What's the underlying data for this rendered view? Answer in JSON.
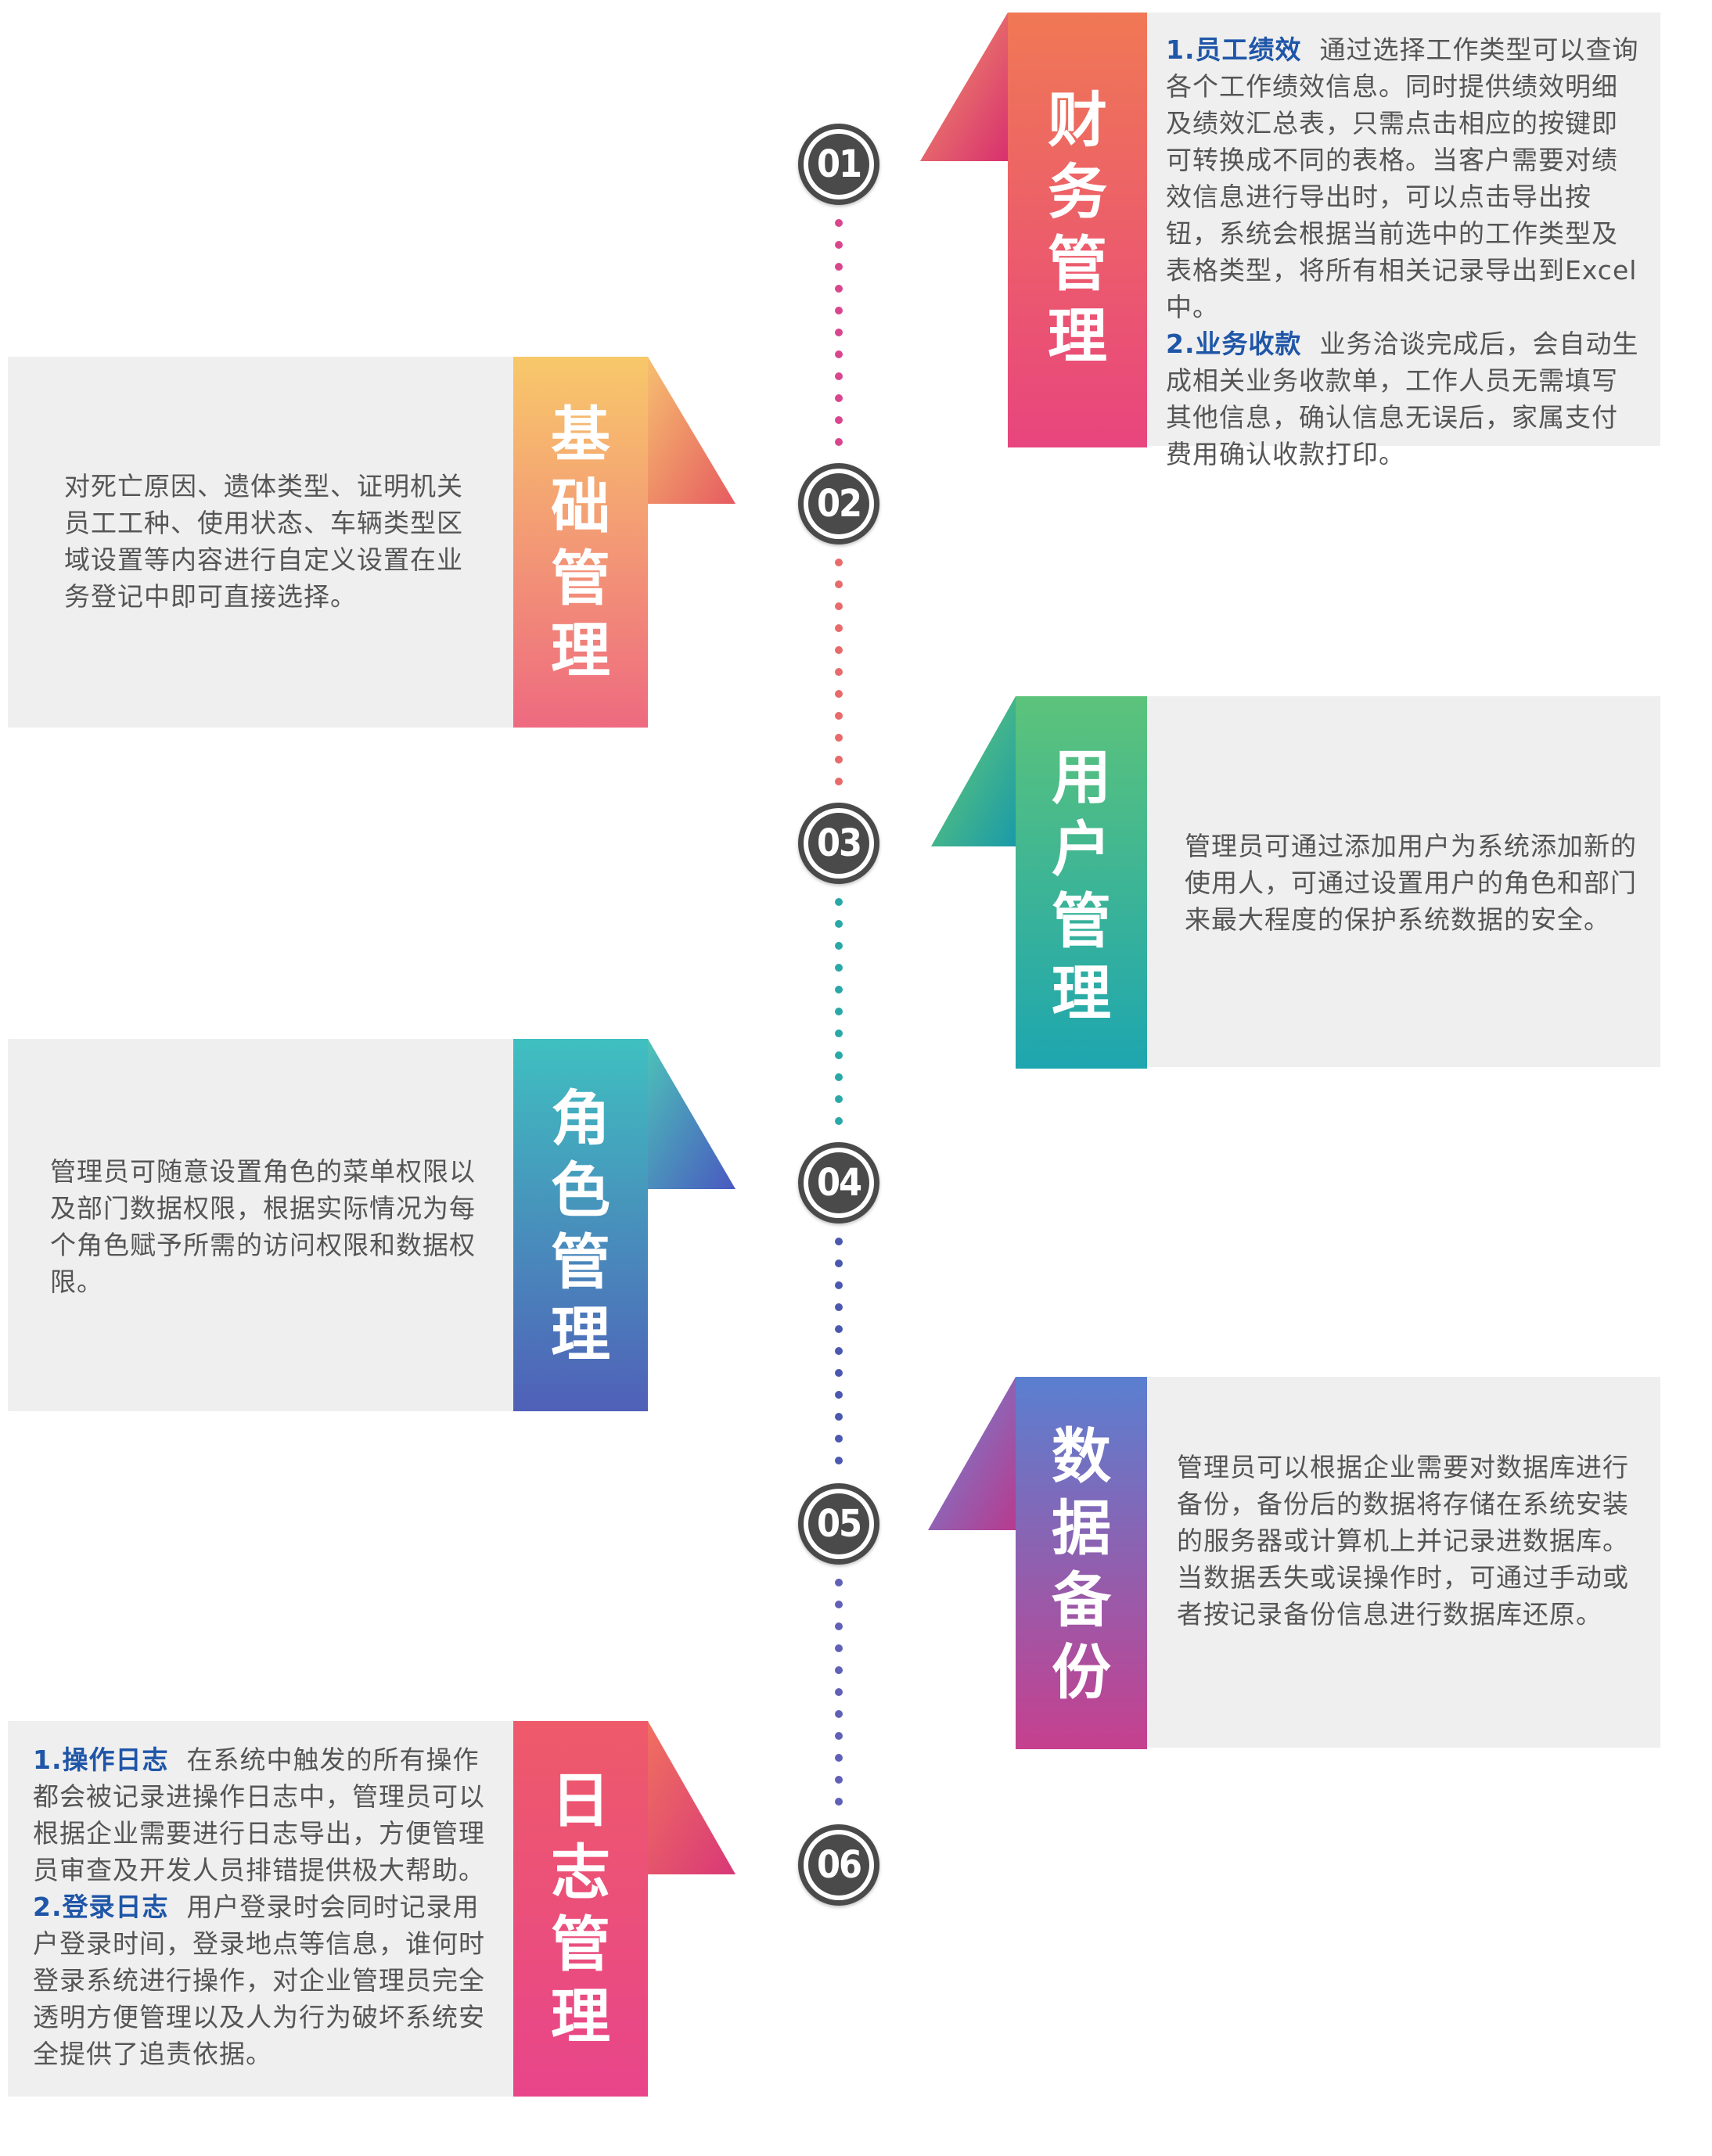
{
  "sections": [
    {
      "number": "01",
      "title_chars": [
        "财",
        "务",
        "管",
        "理"
      ],
      "items": [
        {
          "heading": "1.员工绩效",
          "text": "通过选择工作类型可以查询各个工作绩效信息。同时提供绩效明细及绩效汇总表，只需点击相应的按键即可转换成不同的表格。当客户需要对绩效信息进行导出时，可以点击导出按钮，系统会根据当前选中的工作类型及表格类型，将所有相关记录导出到Excel中。"
        },
        {
          "heading": "2.业务收款",
          "text": "业务洽谈完成后，会自动生成相关业务收款单，工作人员无需填写其他信息，确认信息无误后，家属支付费用确认收款打印。"
        }
      ],
      "colors": [
        "#f07855",
        "#e8457e"
      ]
    },
    {
      "number": "02",
      "title_chars": [
        "基",
        "础",
        "管",
        "理"
      ],
      "text": "对死亡原因、遗体类型、证明机关员工工种、使用状态、车辆类型区域设置等内容进行自定义设置在业务登记中即可直接选择。",
      "colors": [
        "#f8c86a",
        "#ee6a80"
      ]
    },
    {
      "number": "03",
      "title_chars": [
        "用",
        "户",
        "管",
        "理"
      ],
      "text": "管理员可通过添加用户为系统添加新的使用人，可通过设置用户的角色和部门来最大程度的保护系统数据的安全。",
      "colors": [
        "#5cc37a",
        "#1ea6b0"
      ]
    },
    {
      "number": "04",
      "title_chars": [
        "角",
        "色",
        "管",
        "理"
      ],
      "text": "管理员可随意设置角色的菜单权限以及部门数据权限，根据实际情况为每个角色赋予所需的访问权限和数据权限。",
      "colors": [
        "#3fc0c0",
        "#5060b8"
      ]
    },
    {
      "number": "05",
      "title_chars": [
        "数",
        "据",
        "备",
        "份"
      ],
      "text": "管理员可以根据企业需要对数据库进行备份，备份后的数据将存储在系统安装的服务器或计算机上并记录进数据库。当数据丢失或误操作时，可通过手动或者按记录备份信息进行数据库还原。",
      "colors": [
        "#5a7fd0",
        "#c6408e"
      ]
    },
    {
      "number": "06",
      "title_chars": [
        "日",
        "志",
        "管",
        "理"
      ],
      "items": [
        {
          "heading": "1.操作日志",
          "text": "在系统中触发的所有操作都会被记录进操作日志中，管理员可以根据企业需要进行日志导出，方便管理员审查及开发人员排错提供极大帮助。"
        },
        {
          "heading": "2.登录日志",
          "text": "用户登录时会同时记录用户登录时间，登录地点等信息，谁何时登录系统进行操作，对企业管理员完全透明方便管理以及人为行为破坏系统安全提供了追责依据。"
        }
      ],
      "colors": [
        "#ee5a6a",
        "#e8458a"
      ]
    }
  ],
  "dot_colors": [
    "#d9468e",
    "#e86a6a",
    "#2aa8a8",
    "#4a58b0",
    "#6060b8"
  ]
}
